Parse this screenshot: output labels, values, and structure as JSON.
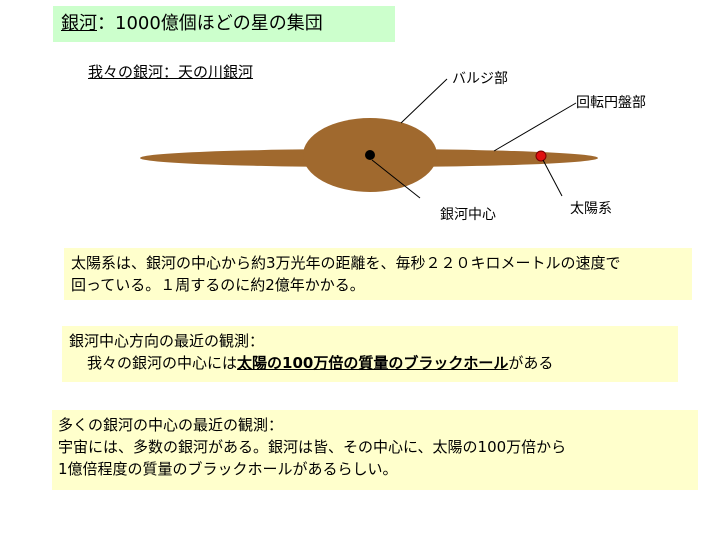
{
  "title": {
    "term": "銀河",
    "rest": "：1000億個ほどの星の集団"
  },
  "subtitle": "我々の銀河：天の川銀河",
  "labels": {
    "bulge": "バルジ部",
    "disk": "回転円盤部",
    "center": "銀河中心",
    "sun": "太陽系"
  },
  "colors": {
    "galaxy": "#a0692e",
    "sun": "#e01010",
    "title_bg": "#ccffcc",
    "note_bg": "#ffffcc"
  },
  "box1": {
    "line1": "太陽系は、銀河の中心から約3万光年の距離を、毎秒２２０キロメートルの速度で",
    "line2": "回っている。１周するのに約2億年かかる。"
  },
  "box2": {
    "line1": "銀河中心方向の最近の観測：",
    "line2_pre": "我々の銀河の中心には",
    "line2_bold": "太陽の100万倍の質量のブラックホール",
    "line2_post": "がある"
  },
  "box3": {
    "line1": "多くの銀河の中心の最近の観測：",
    "line2": "宇宙には、多数の銀河がある。銀河は皆、その中心に、太陽の100万倍から",
    "line3": "1億倍程度の質量のブラックホールがあるらしい。"
  }
}
